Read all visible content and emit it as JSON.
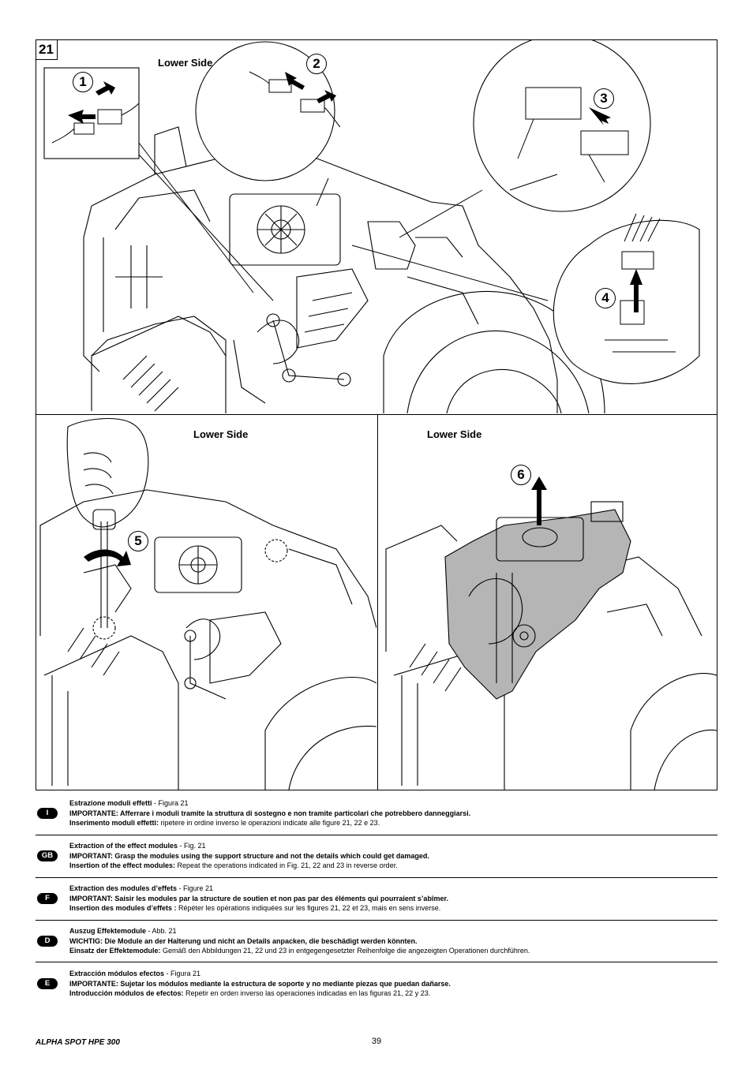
{
  "figure": {
    "number": "21",
    "panels": [
      {
        "label": "Lower Side"
      },
      {
        "label": "Lower Side"
      },
      {
        "label": "Lower Side"
      }
    ],
    "steps": [
      "1",
      "2",
      "3",
      "4",
      "5",
      "6"
    ]
  },
  "sections": [
    {
      "lang": "I",
      "heading": "Estrazione moduli effetti",
      "ref": " - Figura 21",
      "important": "IMPORTANTE: Afferrare i moduli tramite la struttura di sostegno e non tramite particolari che potrebbero danneggiarsi.",
      "insert_label": "Inserimento moduli effetti:",
      "insert_text": " ripetere in ordine inverso le operazioni indicate alle figure 21, 22 e 23."
    },
    {
      "lang": "GB",
      "heading": "Extraction of the effect modules",
      "ref": " - Fig. 21",
      "important": "IMPORTANT: Grasp the modules using the support structure and not the details which could get damaged.",
      "insert_label": "Insertion of the effect modules:",
      "insert_text": " Repeat the operations indicated in Fig. 21, 22 and 23 in reverse order."
    },
    {
      "lang": "F",
      "heading": "Extraction des modules d’effets",
      "ref": " - Figure 21",
      "important": "IMPORTANT: Saisir les modules par la structure de soutien et non pas par des éléments qui pourraient s’abîmer.",
      "insert_label": "Insertion des modules d’effets :",
      "insert_text": " Répéter les opérations indiquées sur les figures 21, 22 et 23, mais en sens inverse."
    },
    {
      "lang": "D",
      "heading": "Auszug Effektemodule",
      "ref": " - Abb. 21",
      "important": "WICHTIG: Die Module an der Halterung und nicht an Details anpacken, die beschädigt werden könnten.",
      "insert_label": "Einsatz der Effektemodule:",
      "insert_text": " Gemäß den Abbildungen 21, 22 und 23 in entgegengesetzter Reihenfolge die angezeigten Operationen durchführen."
    },
    {
      "lang": "E",
      "heading": "Extracción módulos efectos",
      "ref": " - Figura 21",
      "important": "IMPORTANTE: Sujetar los módulos mediante la estructura de soporte y no mediante piezas que puedan dañarse.",
      "insert_label": "Introducción módulos de efectos:",
      "insert_text": " Repetir en orden inverso las operaciones indicadas en las figuras 21, 22 y 23."
    }
  ],
  "footer": {
    "product": "ALPHA SPOT HPE 300",
    "page": "39"
  }
}
